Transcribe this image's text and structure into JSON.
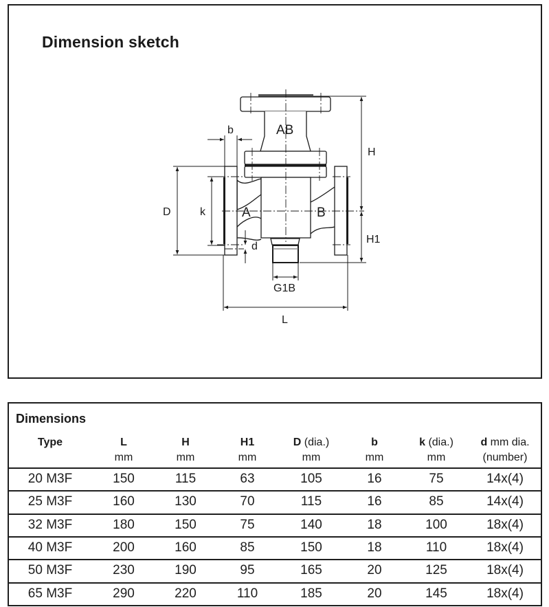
{
  "sketch": {
    "title": "Dimension sketch",
    "labels": {
      "ab": "AB",
      "a": "A",
      "b_port": "B",
      "b_dim": "b",
      "d_dia": "D",
      "k": "k",
      "d_hole": "d",
      "h": "H",
      "h1": "H1",
      "g1b": "G1B",
      "l": "L"
    }
  },
  "dimensions": {
    "title": "Dimensions",
    "columns": [
      {
        "key": "Type",
        "suffix": "",
        "unit": ""
      },
      {
        "key": "L",
        "suffix": "",
        "unit": "mm"
      },
      {
        "key": "H",
        "suffix": "",
        "unit": "mm"
      },
      {
        "key": "H1",
        "suffix": "",
        "unit": "mm"
      },
      {
        "key": "D",
        "suffix": " (dia.)",
        "unit": "mm"
      },
      {
        "key": "b",
        "suffix": "",
        "unit": "mm"
      },
      {
        "key": "k",
        "suffix": " (dia.)",
        "unit": "mm"
      },
      {
        "key": "d",
        "suffix": " mm dia.",
        "unit": "(number)"
      }
    ],
    "rows": [
      [
        "20 M3F",
        "150",
        "115",
        "63",
        "105",
        "16",
        "75",
        "14x(4)"
      ],
      [
        "25 M3F",
        "160",
        "130",
        "70",
        "115",
        "16",
        "85",
        "14x(4)"
      ],
      [
        "32 M3F",
        "180",
        "150",
        "75",
        "140",
        "18",
        "100",
        "18x(4)"
      ],
      [
        "40 M3F",
        "200",
        "160",
        "85",
        "150",
        "18",
        "110",
        "18x(4)"
      ],
      [
        "50 M3F",
        "230",
        "190",
        "95",
        "165",
        "20",
        "125",
        "18x(4)"
      ],
      [
        "65 M3F",
        "290",
        "220",
        "110",
        "185",
        "20",
        "145",
        "18x(4)"
      ]
    ]
  }
}
